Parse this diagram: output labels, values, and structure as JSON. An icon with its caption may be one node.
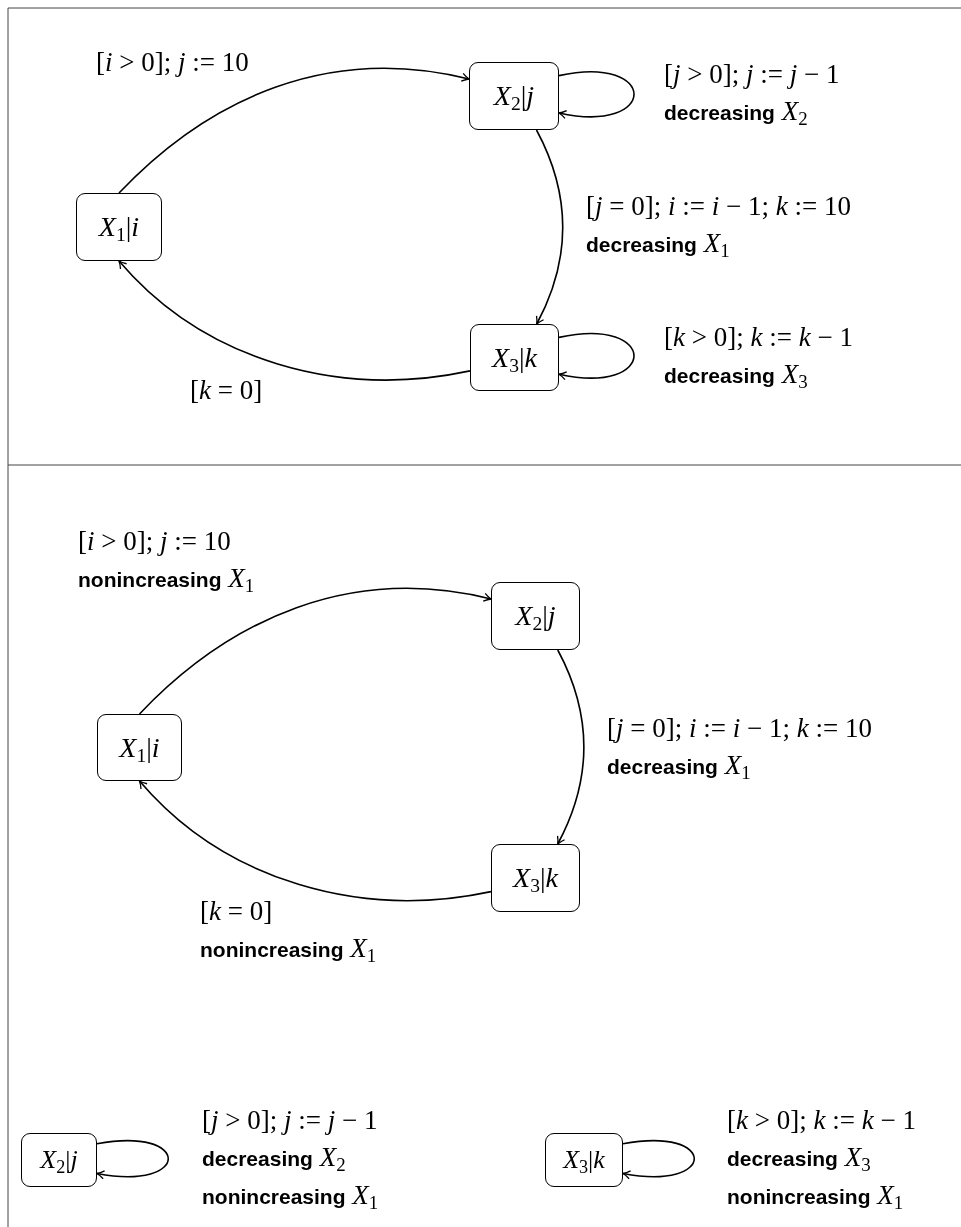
{
  "diagram": {
    "nodes": [
      {
        "text": [
          "*X*$_{1}$|*i*"
        ]
      },
      {
        "text": [
          "*X*$_{2}$|*j*"
        ]
      },
      {
        "text": [
          "*X*$_{3}$|*k*"
        ]
      },
      {
        "text": [
          "*X*$_{1}$|*i*"
        ]
      },
      {
        "text": [
          "*X*$_{2}$|*j*"
        ]
      },
      {
        "text": [
          "*X*$_{3}$|*k*"
        ]
      },
      {
        "text": [
          "*X*$_{2}$|*j*"
        ]
      },
      {
        "text": [
          "*X*$_{3}$|*k*"
        ]
      }
    ],
    "edges": [
      {
        "from": 0,
        "to": 1,
        "arrow": "to",
        "label": "[*i* > 0]; *j* := 10"
      },
      {
        "from": 1,
        "to": 1,
        "arrow": "to",
        "label": "[*j* > 0]; *j* := *j* − 1 **decreasing** *X*$_{2}$"
      },
      {
        "from": 1,
        "to": 2,
        "arrow": "to",
        "label": "[*j* = 0]; *i* := *i* − 1; *k* := 10 **decreasing** *X*$_{1}$"
      },
      {
        "from": 2,
        "to": 2,
        "arrow": "to",
        "label": "[*k* > 0]; *k* := *k* − 1 **decreasing** *X*$_{3}$"
      },
      {
        "from": 2,
        "to": 0,
        "arrow": "to",
        "label": "[*k* = 0]"
      },
      {
        "from": 3,
        "to": 4,
        "arrow": "to",
        "label": "[*i* > 0]; *j* := 10 **nonincreasing** *X*$_{1}$"
      },
      {
        "from": 4,
        "to": 5,
        "arrow": "to",
        "label": "[*j* = 0]; *i* := *i* − 1; *k* := 10 **decreasing** *X*$_{1}$"
      },
      {
        "from": 5,
        "to": 3,
        "arrow": "to",
        "label": "[*k* = 0] **nonincreasing** *X*$_{1}$"
      },
      {
        "from": 6,
        "to": 6,
        "arrow": "to",
        "label": "[*j* > 0]; *j* := *j* − 1 **decreasing** *X*$_{2}$ **nonincreasing** *X*$_{1}$"
      },
      {
        "from": 7,
        "to": 7,
        "arrow": "to",
        "label": "[*k* > 0]; *k* := *k* − 1 **decreasing** *X*$_{3}$ **nonincreasing** *X*$_{1}$"
      }
    ]
  }
}
